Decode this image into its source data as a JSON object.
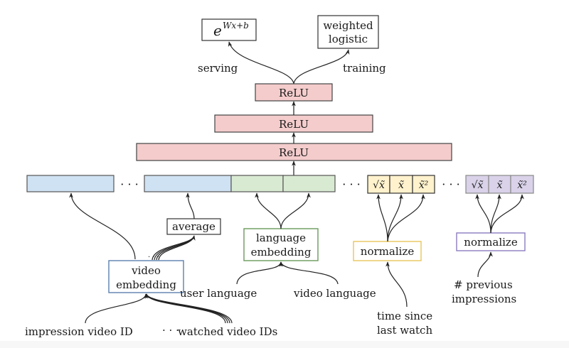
{
  "outputs": {
    "serving": {
      "box_label": "e",
      "box_superscript": "Wx+b",
      "edge_label": "serving"
    },
    "training": {
      "box_label_lines": [
        "weighted",
        "logistic"
      ],
      "edge_label": "training"
    }
  },
  "hidden_layers": [
    {
      "label": "ReLU"
    },
    {
      "label": "ReLU"
    },
    {
      "label": "ReLU"
    }
  ],
  "feature_vector": {
    "ellipsis": "· · ·",
    "video_segments": 2,
    "language_segments": 2,
    "time_since_last_watch_cells": [
      "√x̃",
      "x̃",
      "x̃²"
    ],
    "previous_impressions_cells": [
      "√x̃",
      "x̃",
      "x̃²"
    ]
  },
  "nodes": {
    "average": "average",
    "language_embedding": [
      "language",
      "embedding"
    ],
    "video_embedding": [
      "video",
      "embedding"
    ],
    "normalize_time": "normalize",
    "normalize_impressions": "normalize"
  },
  "inputs": {
    "impression_video_id": "impression video ID",
    "inputs_ellipsis": "· · ·",
    "watched_video_ids": "watched video IDs",
    "user_language": "user language",
    "video_language": "video language",
    "time_since_last_watch": [
      "time since",
      "last watch"
    ],
    "previous_impressions": [
      "# previous",
      "impressions"
    ],
    "embedding_ellipsis": "· · ·"
  },
  "colors": {
    "relu_fill": "#f4cccc",
    "video_fill": "#cfe2f3",
    "video_border": "#5b7fae",
    "language_fill": "#d9ead3",
    "language_border": "#6a9a5a",
    "time_fill": "#fff2cc",
    "time_border": "#e8c65a",
    "impressions_fill": "#d9d2e9",
    "impressions_border": "#8c7cc0"
  }
}
